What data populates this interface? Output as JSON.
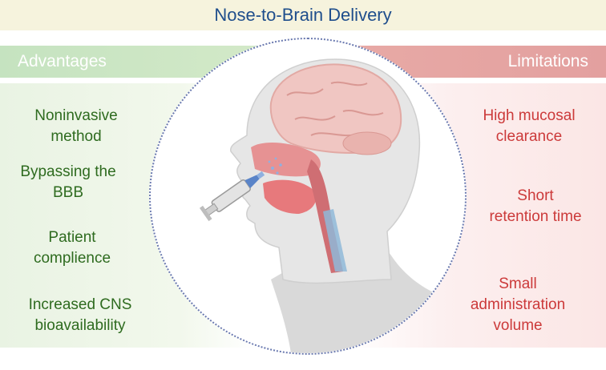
{
  "title": "Nose-to-Brain Delivery",
  "advantages": {
    "header": "Advantages",
    "items": [
      [
        "Noninvasive",
        "method"
      ],
      [
        "Bypassing the",
        "BBB"
      ],
      [
        "Patient",
        "complience"
      ],
      [
        "Increased CNS",
        "bioavailability"
      ]
    ]
  },
  "limitations": {
    "header": "Limitations",
    "items": [
      [
        "High mucosal",
        "clearance"
      ],
      [
        "Short",
        "retention time"
      ],
      [
        "Small",
        "administration",
        "volume"
      ]
    ]
  },
  "colors": {
    "title": "#1f4e8c",
    "advantage_text": "#2e6b1f",
    "limitation_text": "#cc3a3a",
    "advantage_header": "#c5e3c0",
    "limitation_header": "#e8aaa6"
  },
  "icons": [
    "human-head-cross-section-icon",
    "nasal-spray-syringe-icon",
    "brain-icon"
  ]
}
